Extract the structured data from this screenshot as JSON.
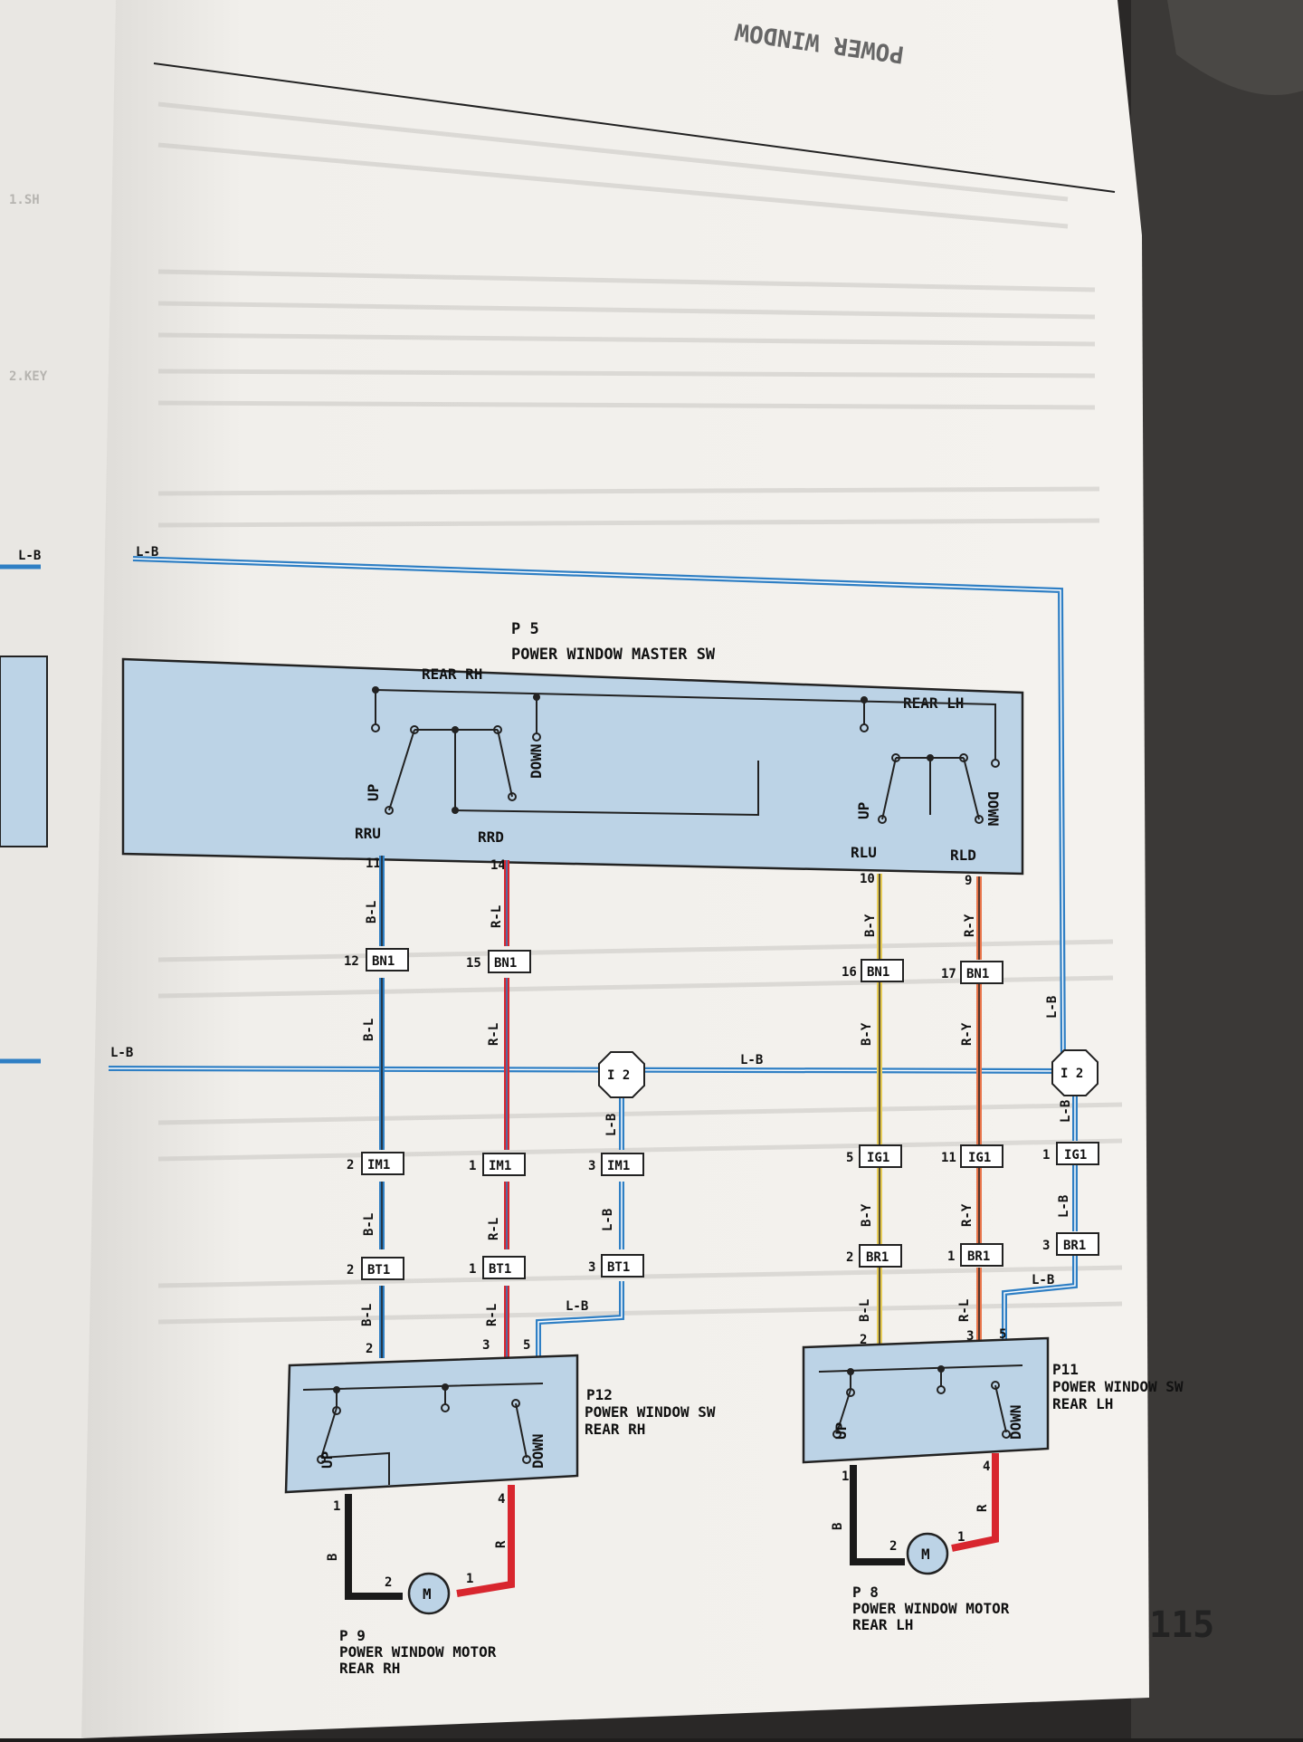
{
  "header": {
    "section_title": "POWER WINDOW",
    "page_number": "115"
  },
  "master_switch": {
    "id": "P 5",
    "name": "POWER WINDOW MASTER SW",
    "rear_rh": "REAR RH",
    "rear_lh": "REAR LH",
    "up": "UP",
    "down": "DOWN",
    "terminals": [
      {
        "name": "RRU",
        "pin": "11"
      },
      {
        "name": "RRD",
        "pin": "14"
      },
      {
        "name": "RLU",
        "pin": "10"
      },
      {
        "name": "RLD",
        "pin": "9"
      }
    ]
  },
  "bus": {
    "wire": "L-B",
    "junction": "I 2"
  },
  "wires": {
    "b_l": "B-L",
    "r_l": "R-L",
    "b_y": "B-Y",
    "r_y": "R-Y",
    "l_b": "L-B",
    "b": "B",
    "r": "R"
  },
  "connectors": {
    "bn1": "BN1",
    "im1": "IM1",
    "bt1": "BT1",
    "ig1": "IG1",
    "br1": "BR1"
  },
  "pins": {
    "bn1_rh_up": "12",
    "bn1_rh_dn": "15",
    "bn1_lh_up": "16",
    "bn1_lh_dn": "17",
    "im1_a": "2",
    "im1_b": "1",
    "im1_c": "3",
    "bt1_a": "2",
    "bt1_b": "1",
    "bt1_c": "3",
    "ig1_a": "5",
    "ig1_b": "11",
    "ig1_c": "1",
    "br1_a": "2",
    "br1_b": "1",
    "br1_c": "3",
    "sw_rh_2": "2",
    "sw_rh_3": "3",
    "sw_rh_5": "5",
    "sw_rh_1": "1",
    "sw_rh_4": "4",
    "sw_lh_2": "2",
    "sw_lh_3": "3",
    "sw_lh_5": "5",
    "sw_lh_1": "1",
    "sw_lh_4": "4",
    "motor_2": "2",
    "motor_1": "1"
  },
  "switch_rr": {
    "id": "P12",
    "line1": "POWER WINDOW SW",
    "line2": "REAR RH",
    "up": "UP",
    "down": "DOWN"
  },
  "switch_rl": {
    "id": "P11",
    "line1": "POWER WINDOW SW",
    "line2": "REAR LH",
    "up": "UP",
    "down": "DOWN"
  },
  "motor_rr": {
    "id": "P 9",
    "line1": "POWER WINDOW MOTOR",
    "line2": "REAR RH",
    "symbol": "M"
  },
  "motor_rl": {
    "id": "P 8",
    "line1": "POWER WINDOW MOTOR",
    "line2": "REAR LH",
    "symbol": "M"
  },
  "left_page": {
    "side_labels": [
      "1.SH",
      "2.KEY"
    ],
    "bus_wire": "L-B"
  },
  "colors": {
    "blue_box": "#bcd3e6",
    "wire_blue": "#2f7fc4",
    "wire_red": "#d8262e",
    "wire_yellow": "#e7cc58",
    "wire_orange": "#e8754a",
    "wire_black": "#1a1a1a",
    "paper": "#f2f0ec"
  }
}
